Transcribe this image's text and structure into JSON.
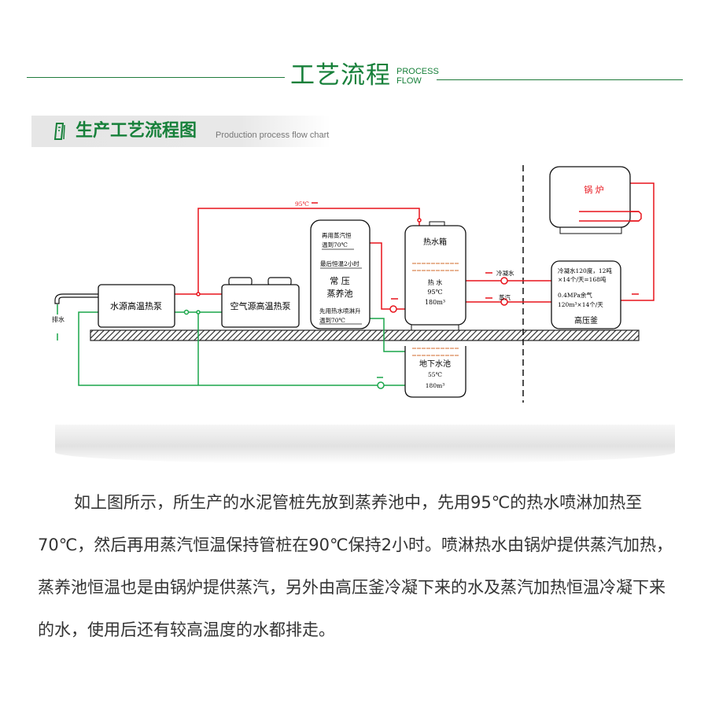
{
  "header": {
    "title": "工艺流程",
    "title_en_line1": "PROCESS",
    "title_en_line2": "FLOW"
  },
  "section": {
    "title": "生产工艺流程图",
    "subtitle": "Production process flow chart"
  },
  "diagram": {
    "water_source_pump": "水源高温热泵",
    "air_source_pump": "空气源高温热泵",
    "drain_label": "排水",
    "top_pipe_label": "95℃",
    "curing_pool": {
      "note1_line1": "再用蒸汽恒",
      "note1_line2": "温到70℃",
      "note2": "最后恒温2小时",
      "name_line1": "常 压",
      "name_line2": "蒸养池",
      "note3_line1": "先用热水喷淋升",
      "note3_line2": "温到70℃"
    },
    "hot_water_tank": {
      "name": "热水箱",
      "content": "热 水",
      "temp": "95℃",
      "volume": "180m³"
    },
    "underground_pool": {
      "name": "地下水池",
      "temp": "55℃",
      "volume": "180m³"
    },
    "condensate_label": "冷凝水",
    "steam_label": "蒸汽",
    "boiler": "锅 炉",
    "autoclave": {
      "line1": "冷凝水120度，12吨",
      "line2": "×14个/天=168吨",
      "line3": "0.4MPa余气",
      "line4": "120m³×14个/天",
      "name": "高压釜"
    },
    "colors": {
      "hot": "#e8141c",
      "cold": "#1aa64a",
      "accent": "#17803a"
    }
  },
  "description": "如上图所示，所生产的水泥管桩先放到蒸养池中，先用95℃的热水喷淋加热至70℃，然后再用蒸汽恒温保持管桩在90℃保持2小时。喷淋热水由锅炉提供蒸汽加热，蒸养池恒温也是由锅炉提供蒸汽，另外由高压釜冷凝下来的水及蒸汽加热恒温冷凝下来的水，使用后还有较高温度的水都排走。"
}
